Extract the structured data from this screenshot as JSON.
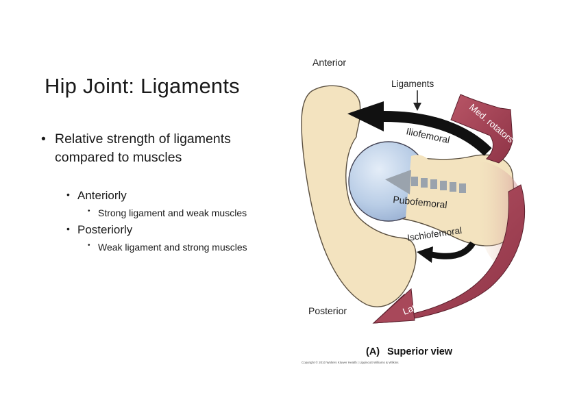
{
  "slide": {
    "title": "Hip Joint: Ligaments",
    "bullet_main_line1": "Relative strength of ligaments",
    "bullet_main_line2": "compared to muscles",
    "sub_bullets": [
      {
        "label": "Anteriorly",
        "detail": "Strong ligament and weak muscles"
      },
      {
        "label": "Posteriorly",
        "detail": "Weak ligament and strong muscles"
      }
    ]
  },
  "figure": {
    "label_anterior": "Anterior",
    "label_posterior": "Posterior",
    "label_ligaments": "Ligaments",
    "label_iliofemoral": "Iliofemoral",
    "label_pubofemoral": "Pubofemoral",
    "label_ischiofemoral": "Ischiofemoral",
    "label_med_rotators": "Med. rotators",
    "label_lateral_rotators": "Lateral rotators",
    "caption_panel": "(A)",
    "caption_view": "Superior view",
    "copyright": "Copyright © 2010 Wolters Kluwer Health | Lippincott Williams & Wilkins",
    "colors": {
      "bone": "#f3e3bf",
      "femoral_head": "#b9cde6",
      "muscle": "#a8485a",
      "ligament_arrow": "#111111"
    }
  }
}
